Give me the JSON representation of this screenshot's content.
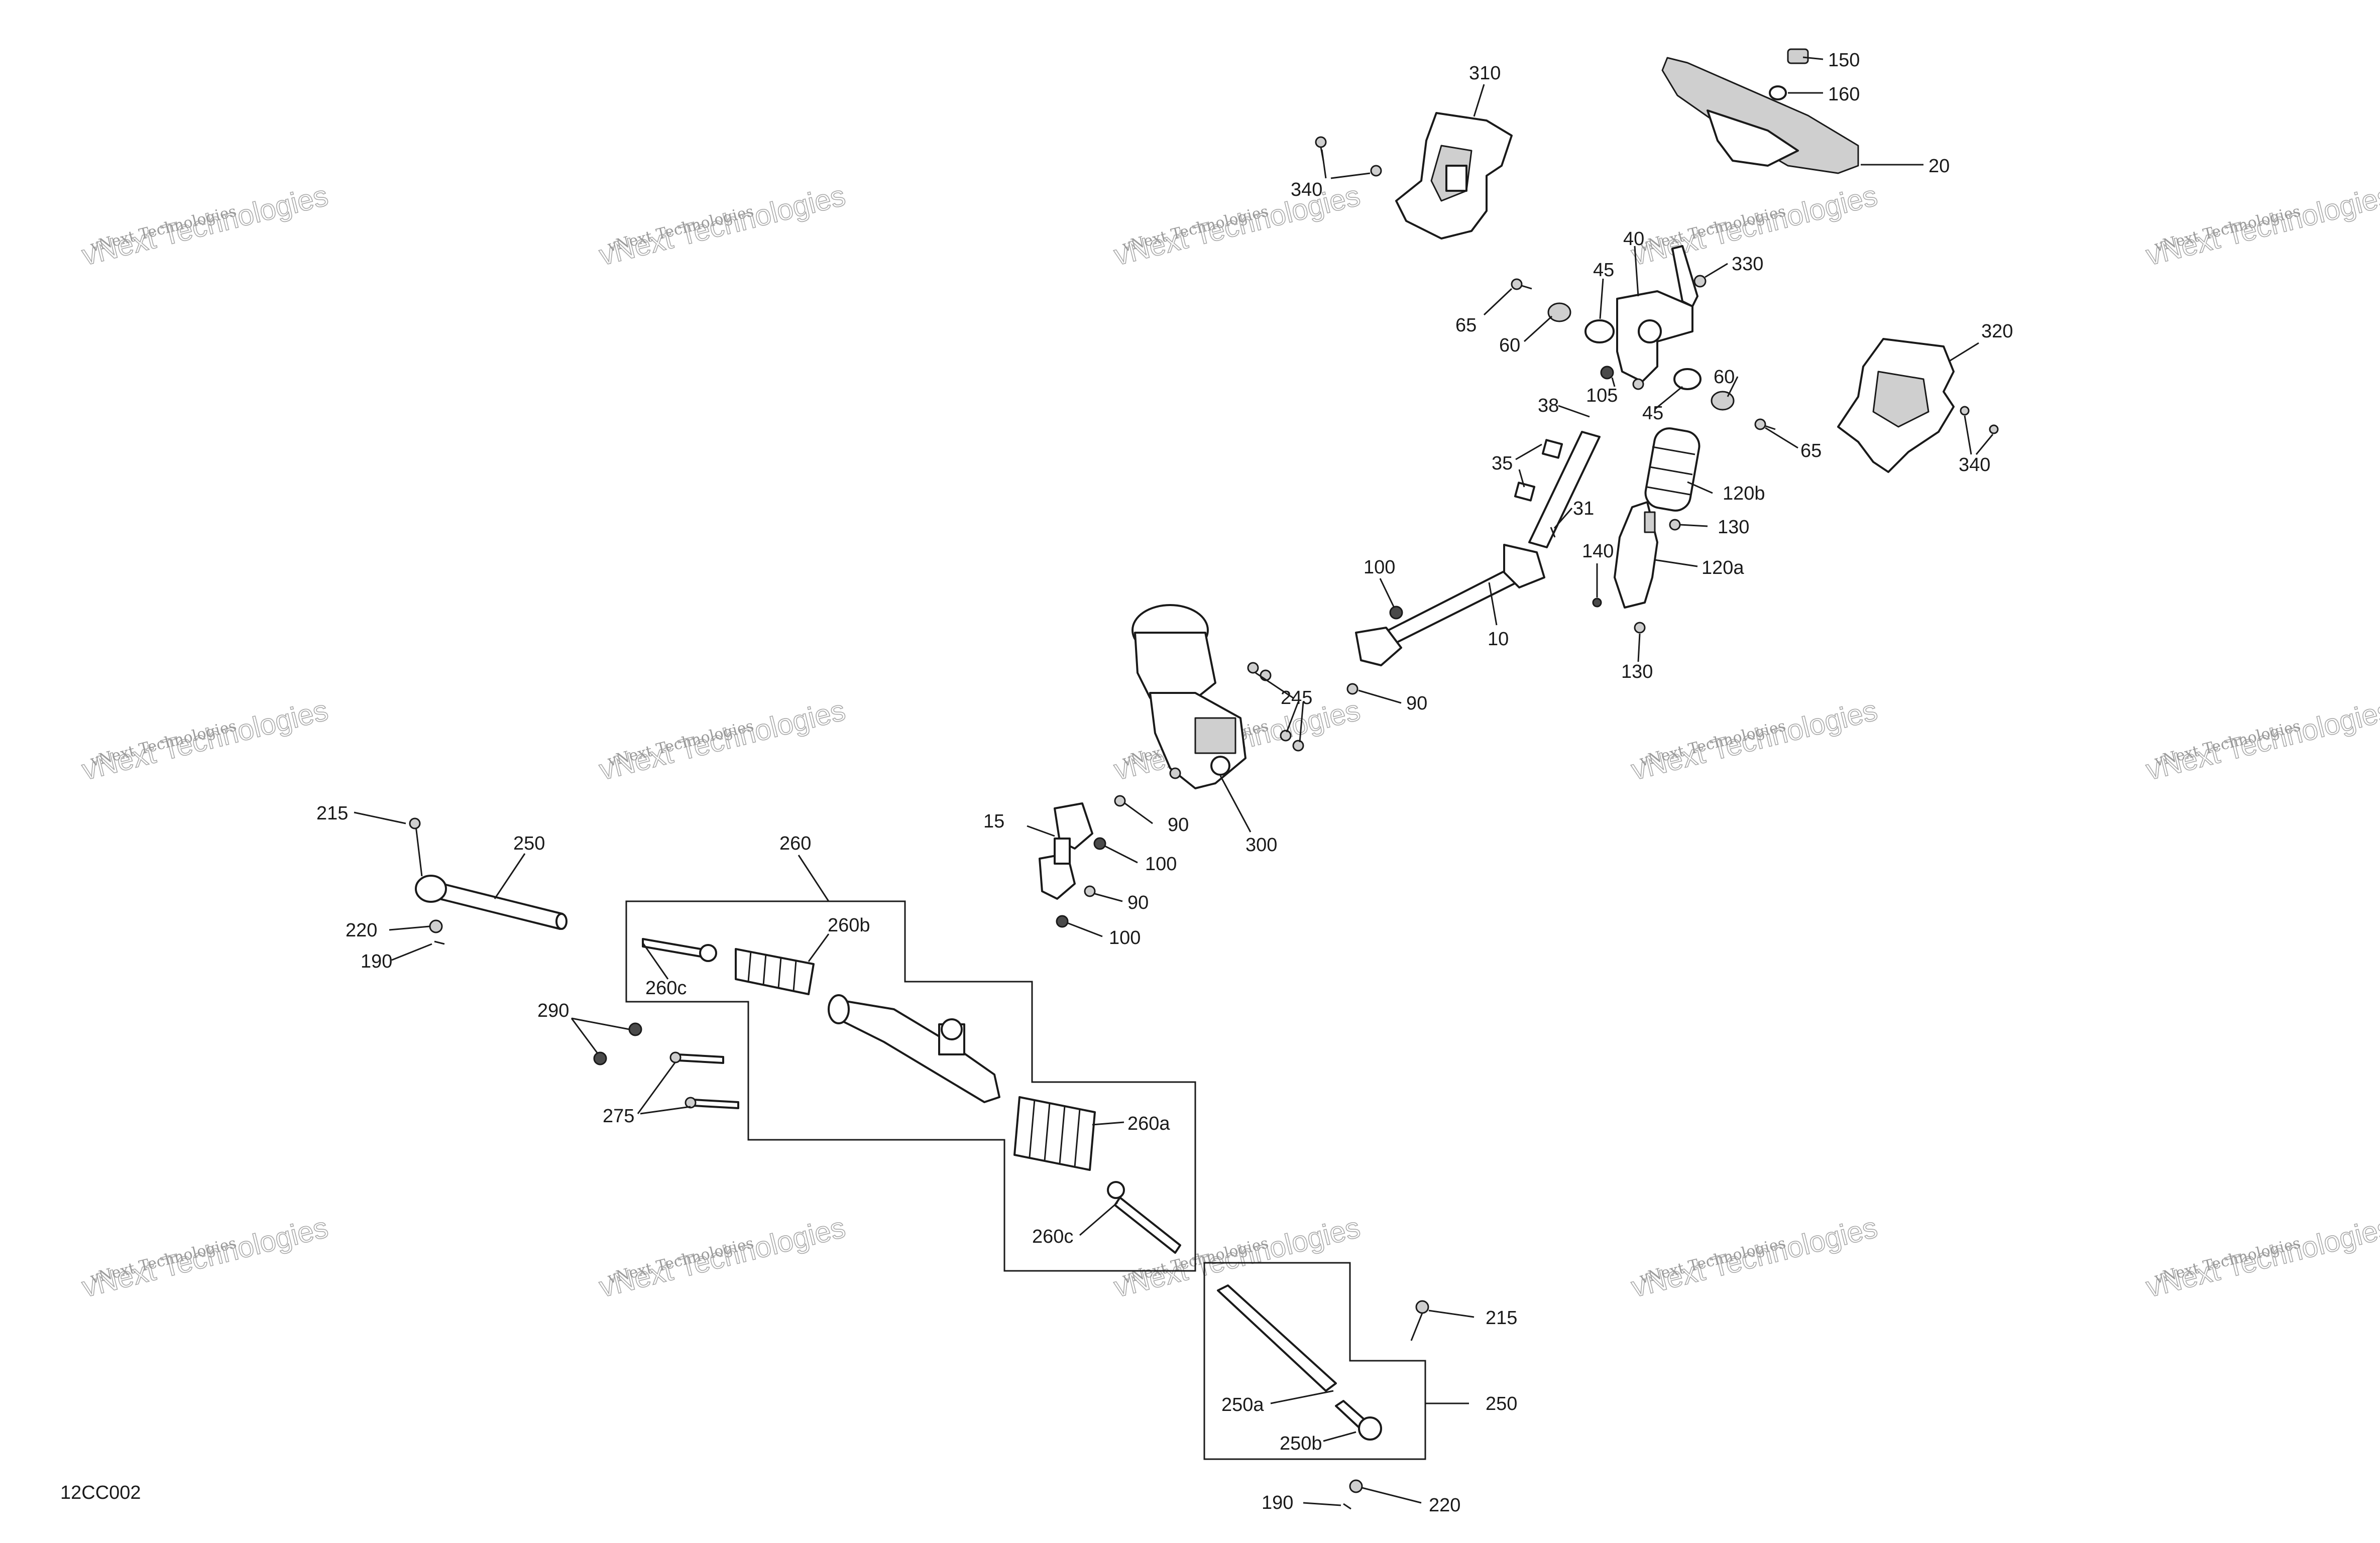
{
  "diagram_code": "12CC002",
  "watermark": {
    "line1": "vNext Technologies",
    "line2": "vNext Technologies"
  },
  "callouts": [
    {
      "id": "c310",
      "label": "310"
    },
    {
      "id": "c150",
      "label": "150"
    },
    {
      "id": "c160",
      "label": "160"
    },
    {
      "id": "c20",
      "label": "20"
    },
    {
      "id": "c340a",
      "label": "340"
    },
    {
      "id": "c40",
      "label": "40"
    },
    {
      "id": "c45a",
      "label": "45"
    },
    {
      "id": "c330",
      "label": "330"
    },
    {
      "id": "c65a",
      "label": "65"
    },
    {
      "id": "c60a",
      "label": "60"
    },
    {
      "id": "c320",
      "label": "320"
    },
    {
      "id": "c105",
      "label": "105"
    },
    {
      "id": "c45b",
      "label": "45"
    },
    {
      "id": "c60b",
      "label": "60"
    },
    {
      "id": "c38",
      "label": "38"
    },
    {
      "id": "c65b",
      "label": "65"
    },
    {
      "id": "c340b",
      "label": "340"
    },
    {
      "id": "c35",
      "label": "35"
    },
    {
      "id": "c31",
      "label": "31"
    },
    {
      "id": "c120b",
      "label": "120b"
    },
    {
      "id": "c130a",
      "label": "130"
    },
    {
      "id": "c140",
      "label": "140"
    },
    {
      "id": "c120a",
      "label": "120a"
    },
    {
      "id": "c100a",
      "label": "100"
    },
    {
      "id": "c10",
      "label": "10"
    },
    {
      "id": "c130b",
      "label": "130"
    },
    {
      "id": "c245",
      "label": "245"
    },
    {
      "id": "c90a",
      "label": "90"
    },
    {
      "id": "c300",
      "label": "300"
    },
    {
      "id": "c15",
      "label": "15"
    },
    {
      "id": "c90b",
      "label": "90"
    },
    {
      "id": "c100b",
      "label": "100"
    },
    {
      "id": "c90c",
      "label": "90"
    },
    {
      "id": "c100c",
      "label": "100"
    },
    {
      "id": "c215a",
      "label": "215"
    },
    {
      "id": "c250a",
      "label": "250"
    },
    {
      "id": "c260",
      "label": "260"
    },
    {
      "id": "c260b",
      "label": "260b"
    },
    {
      "id": "c220a",
      "label": "220"
    },
    {
      "id": "c190a",
      "label": "190"
    },
    {
      "id": "c260c1",
      "label": "260c"
    },
    {
      "id": "c290",
      "label": "290"
    },
    {
      "id": "c275",
      "label": "275"
    },
    {
      "id": "c260a",
      "label": "260a"
    },
    {
      "id": "c260c2",
      "label": "260c"
    },
    {
      "id": "c215b",
      "label": "215"
    },
    {
      "id": "c250b",
      "label": "250"
    },
    {
      "id": "c250sub",
      "label": "250a"
    },
    {
      "id": "c250bsub",
      "label": "250b"
    },
    {
      "id": "c190b",
      "label": "190"
    },
    {
      "id": "c220b",
      "label": "220"
    }
  ]
}
